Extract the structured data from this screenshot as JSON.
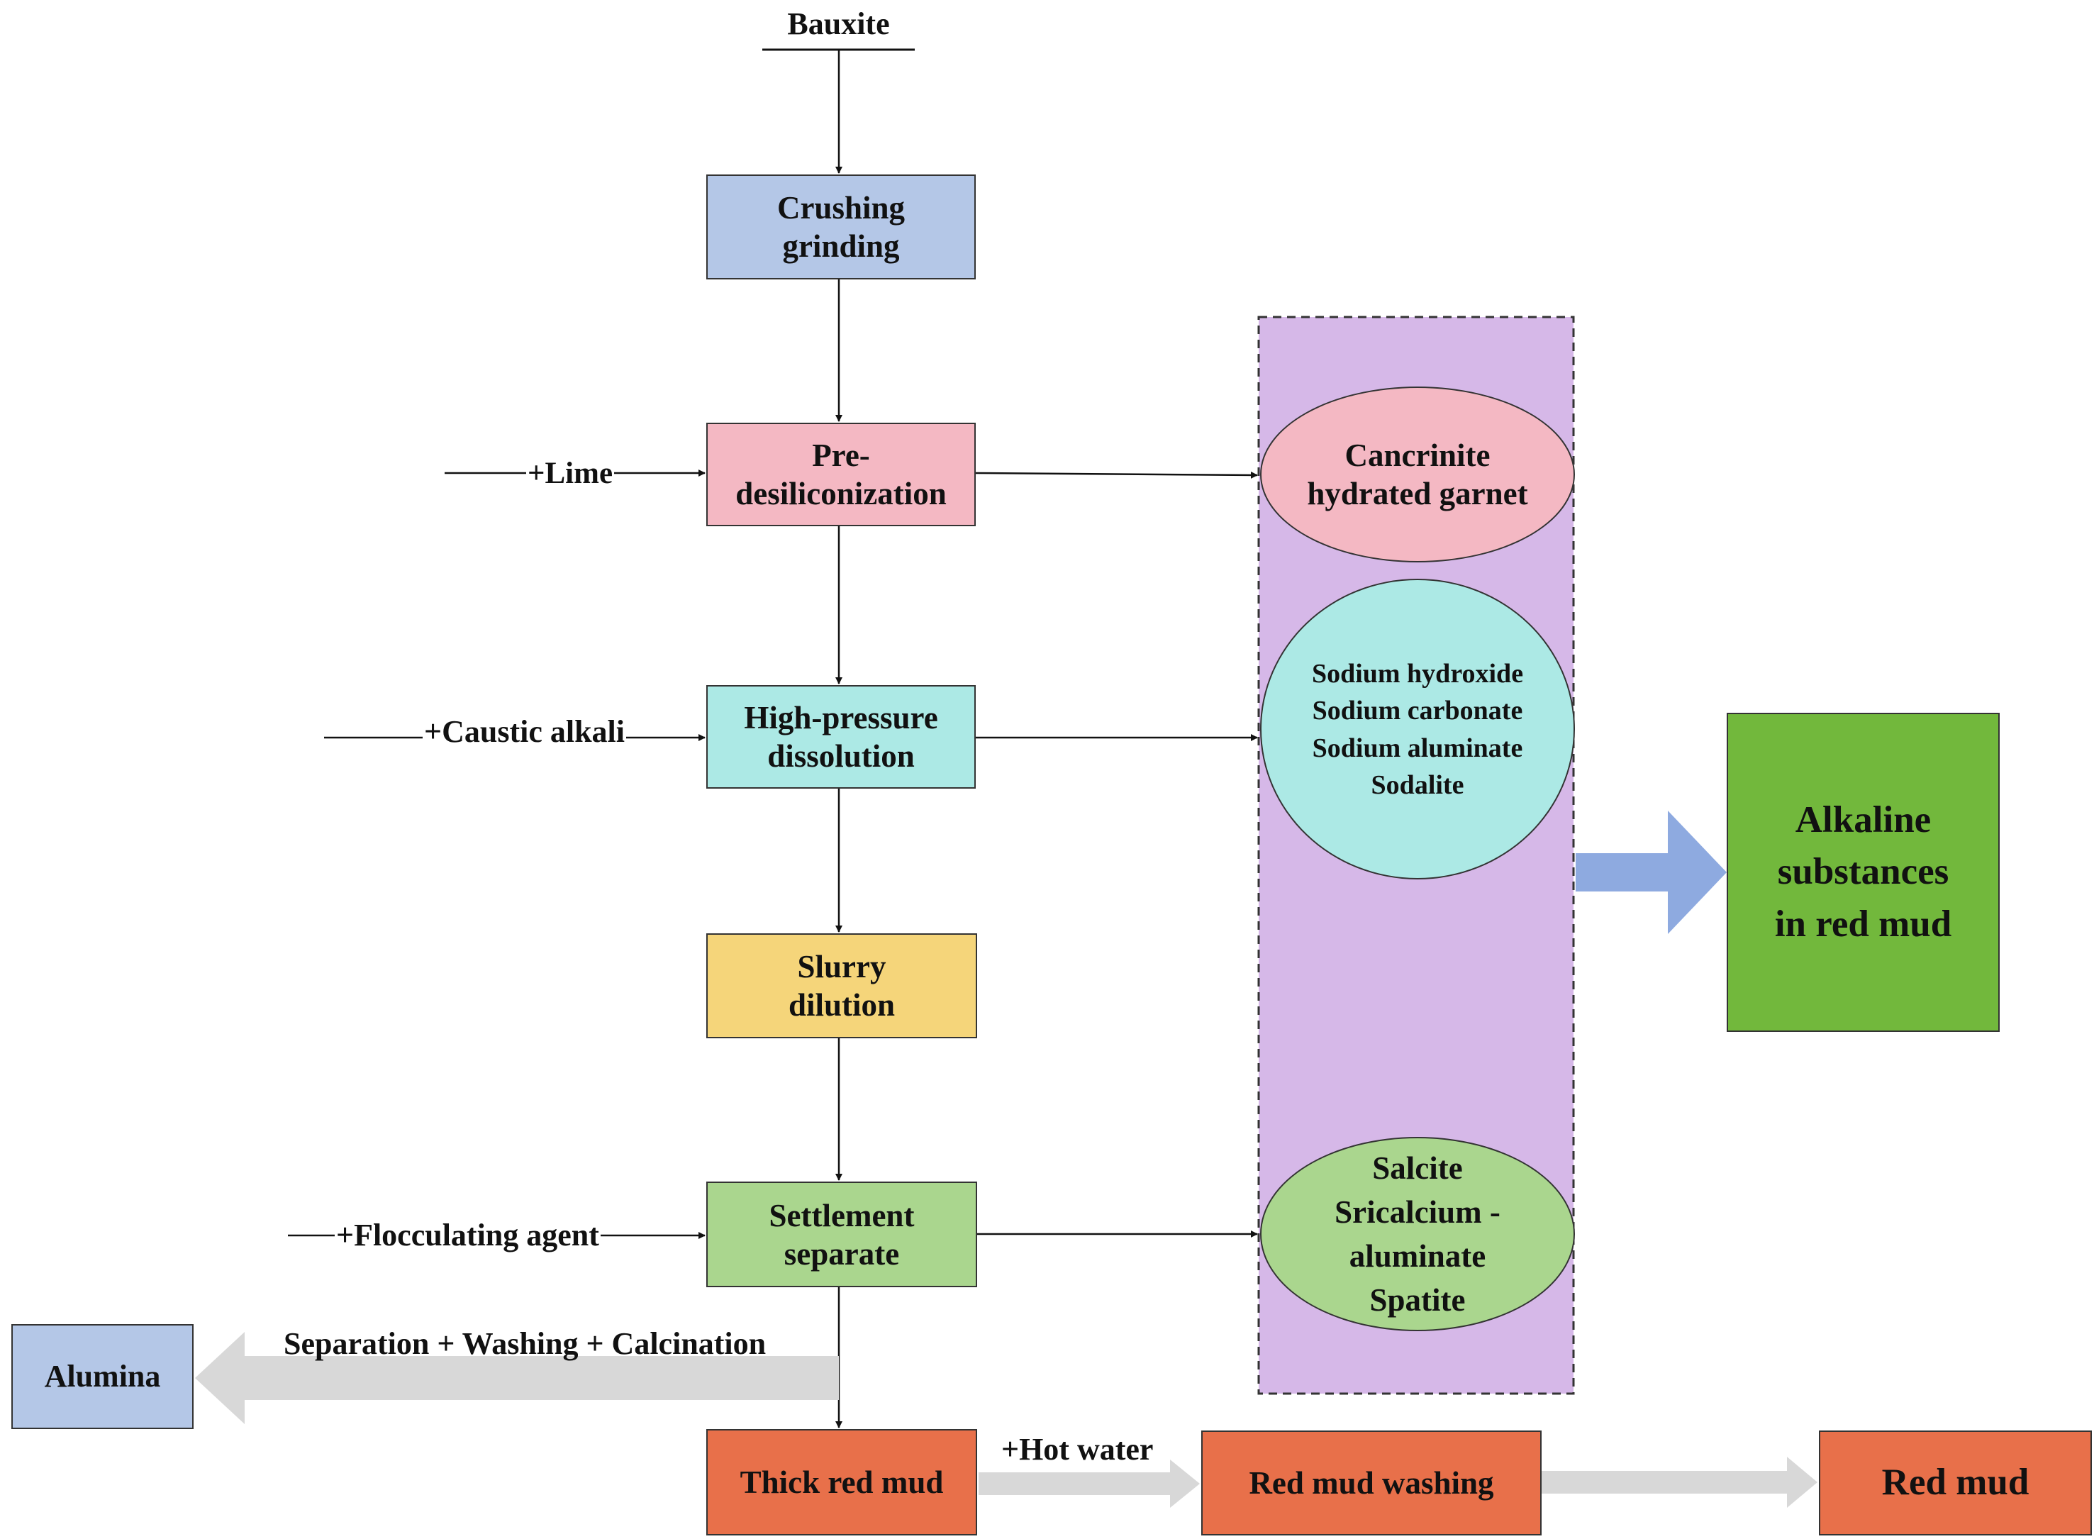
{
  "colors": {
    "blue_box": "#b4c7e7",
    "pink_box": "#f4b8c3",
    "cyan_box": "#ace9e5",
    "yellow_box": "#f5d57a",
    "green_box": "#aad68e",
    "orange_box": "#e8704a",
    "purple_panel": "#d6b8e8",
    "alkaline_green": "#72b83c",
    "big_arrow_blue": "#8eaae0",
    "grey_arrow": "#d8d8d8",
    "line": "#111111"
  },
  "input": {
    "bauxite": "Bauxite"
  },
  "steps": {
    "crushing": {
      "line1": "Crushing",
      "line2": "grinding"
    },
    "predesilicon": {
      "line1": "Pre-",
      "line2": "desiliconization"
    },
    "highpressure": {
      "line1": "High-pressure",
      "line2": "dissolution"
    },
    "slurry": {
      "line1": "Slurry",
      "line2": "dilution"
    },
    "settlement": {
      "line1": "Settlement",
      "line2": "separate"
    }
  },
  "additives": {
    "lime": "+Lime",
    "caustic": "+Caustic alkali",
    "flocculating": "+Flocculating agent",
    "hot_water": "+Hot water"
  },
  "products": {
    "cancrinite": {
      "line1": "Cancrinite",
      "line2": "hydrated garnet"
    },
    "sodium": {
      "line1": "Sodium hydroxide",
      "line2": "Sodium carbonate",
      "line3": "Sodium aluminate",
      "line4": "Sodalite"
    },
    "salcite": {
      "line1": "Salcite",
      "line2": "Sricalcium -",
      "line3": "aluminate",
      "line4": "Spatite"
    }
  },
  "alkaline": {
    "line1": "Alkaline",
    "line2": "substances",
    "line3": "in red mud"
  },
  "outputs": {
    "alumina": "Alumina",
    "separation": "Separation + Washing + Calcination",
    "thick_red_mud": "Thick red mud",
    "red_mud_washing": "Red mud washing",
    "red_mud": "Red mud"
  }
}
